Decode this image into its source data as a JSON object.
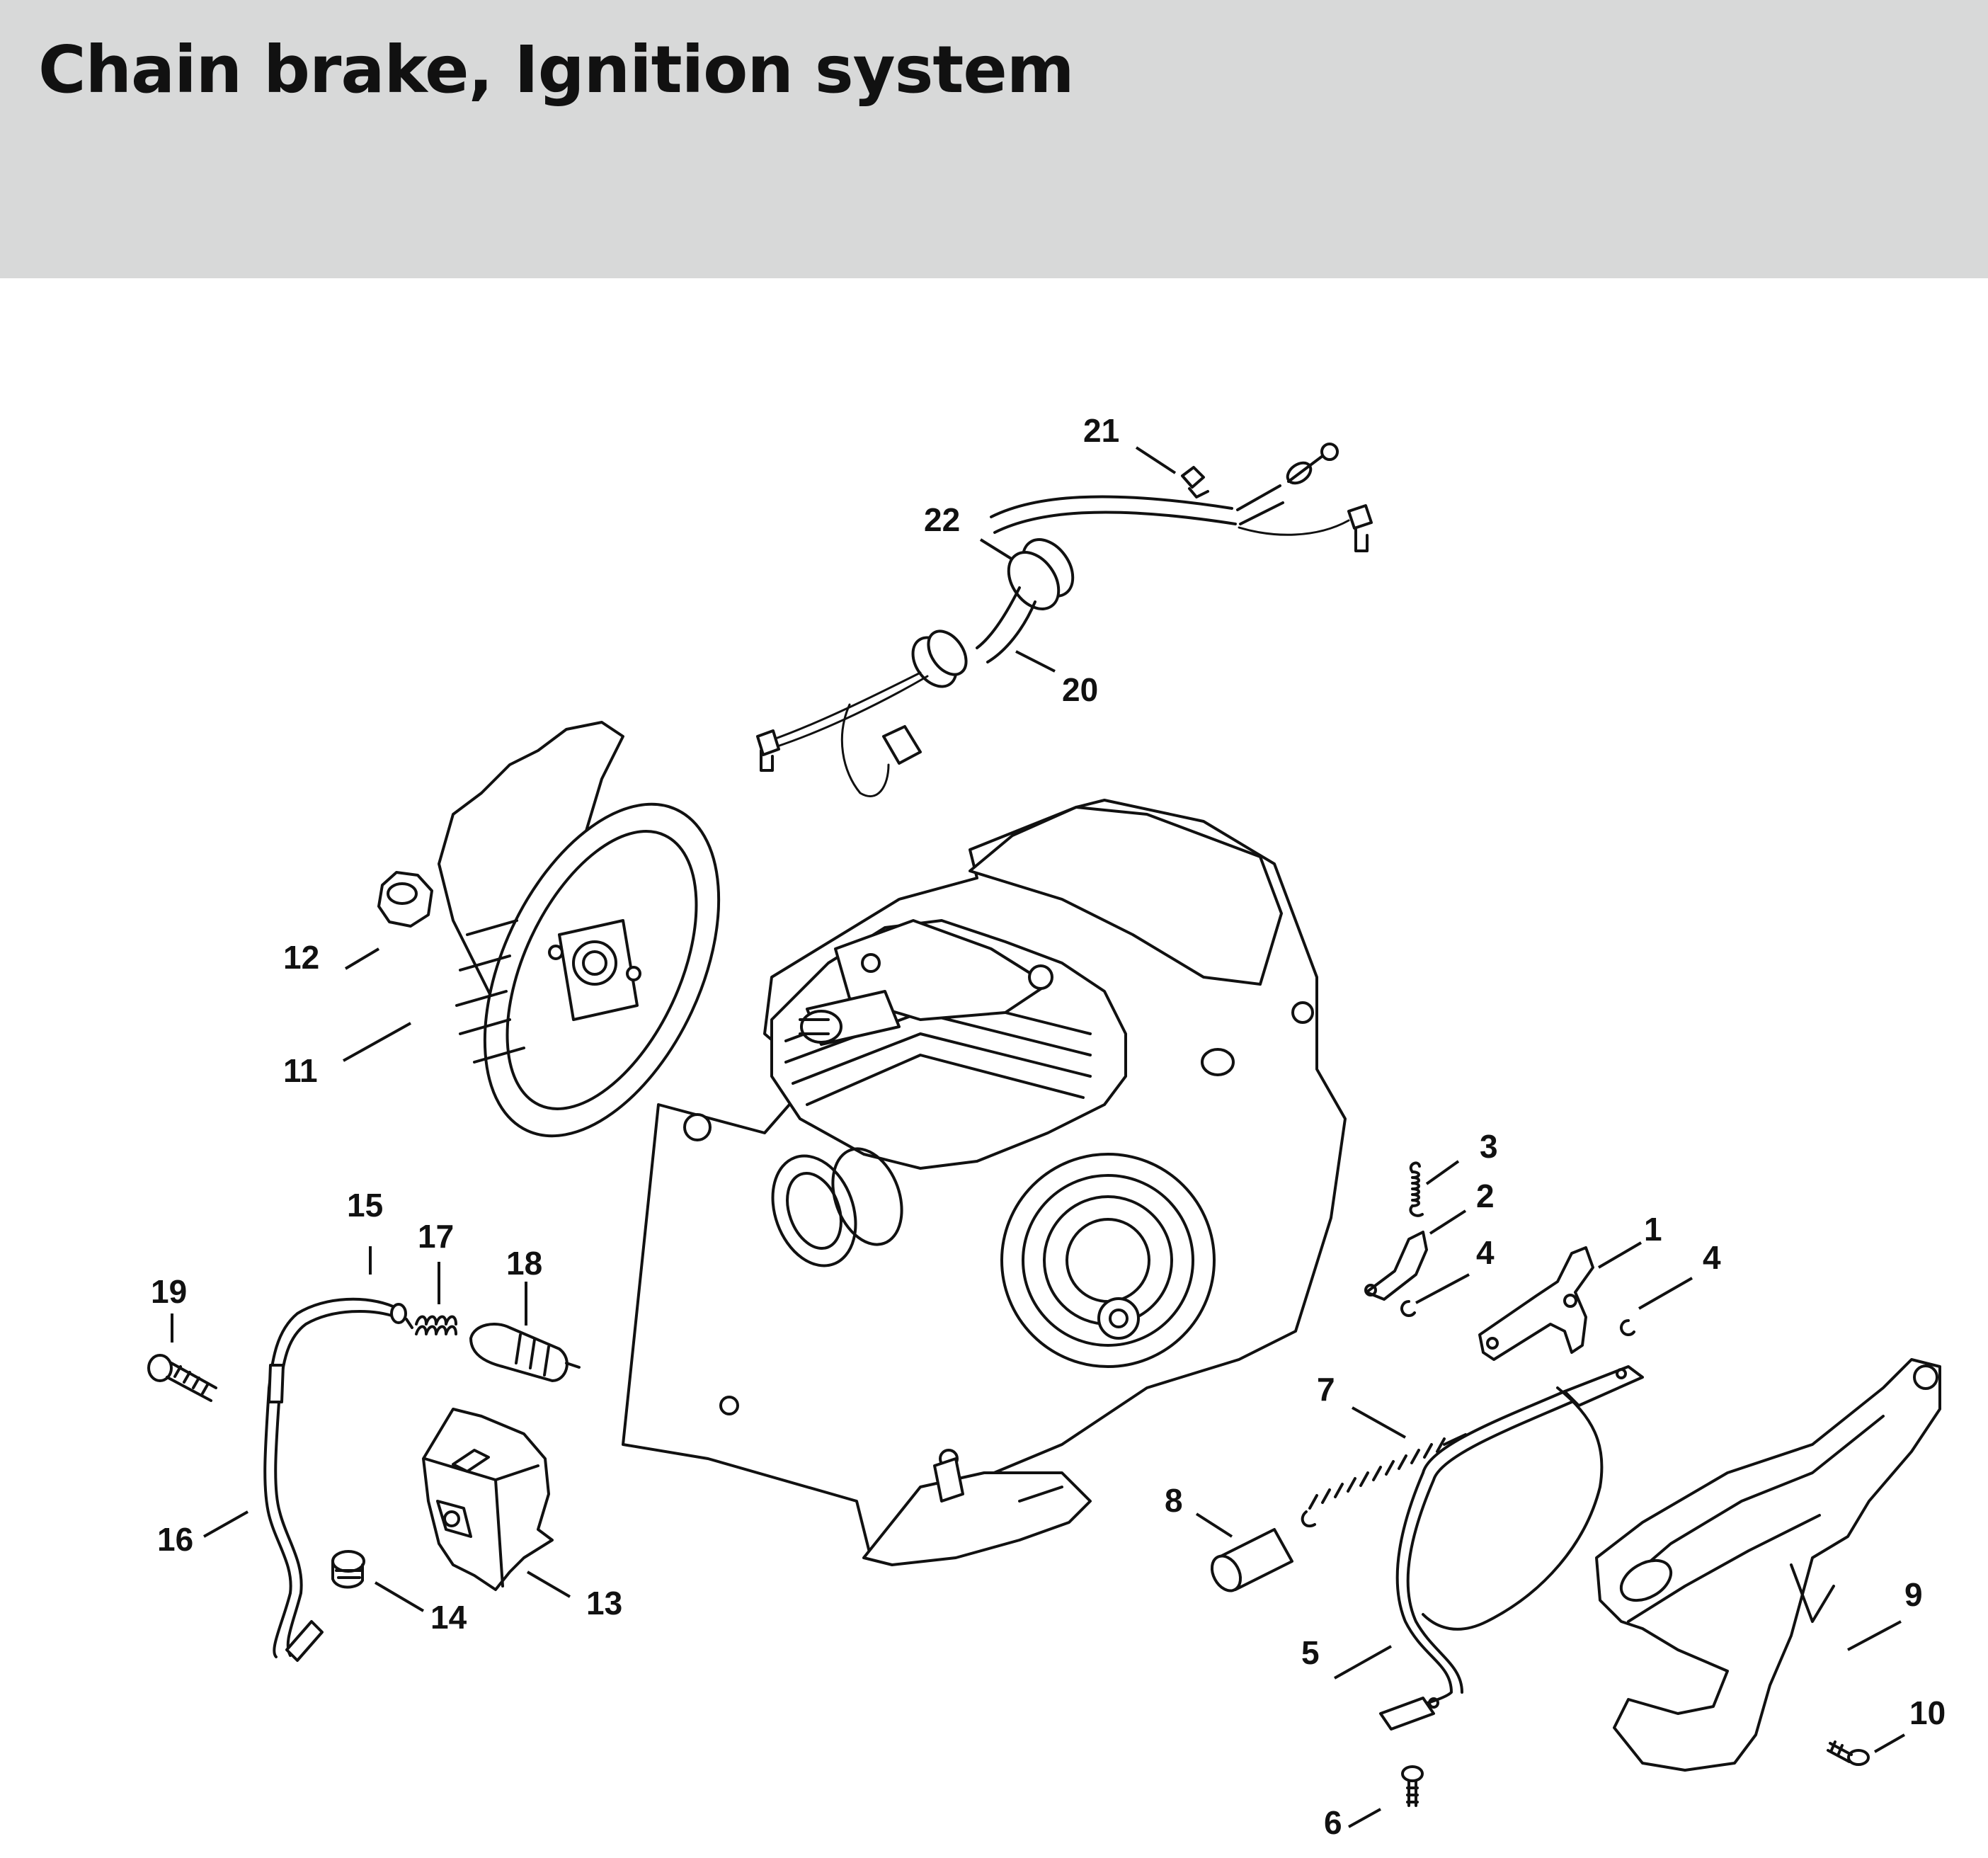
{
  "title": "Chain brake, Ignition system",
  "callouts": [
    "1",
    "2",
    "3",
    "4",
    "4",
    "5",
    "6",
    "7",
    "8",
    "9",
    "10",
    "11",
    "12",
    "13",
    "14",
    "15",
    "16",
    "17",
    "18",
    "19",
    "20",
    "21",
    "22"
  ]
}
